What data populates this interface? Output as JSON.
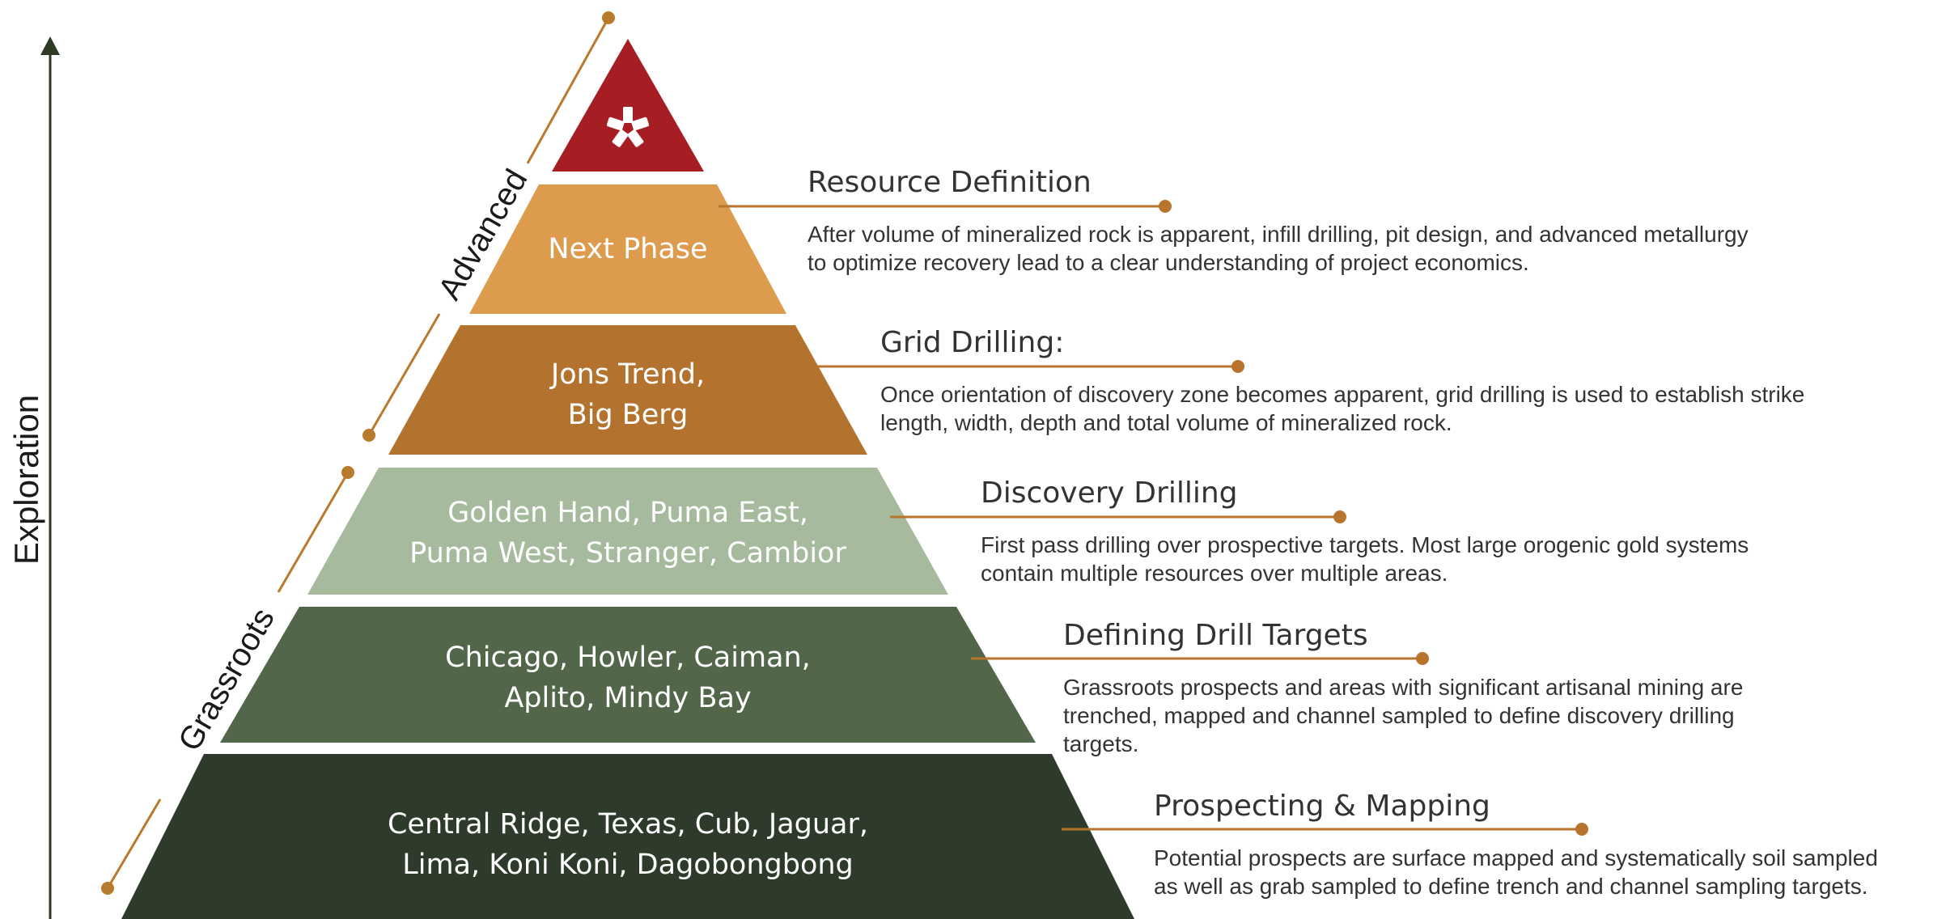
{
  "axis": {
    "label": "Exploration",
    "color": "#2f3a24"
  },
  "phases": {
    "advanced_label": "Advanced",
    "grassroots_label": "Grassroots",
    "line_color": "#b87a2c"
  },
  "pyramid": {
    "apex_icon": "company-logo-icon",
    "apex_color": "#a61e24",
    "tiers": [
      {
        "label": "Next Phase",
        "color": "#dd9b4e"
      },
      {
        "label": "Jons Trend,\nBig Berg",
        "color": "#b3732f"
      },
      {
        "label": "Golden Hand, Puma East,\nPuma West, Stranger, Cambior",
        "color": "#a6bb9d"
      },
      {
        "label": "Chicago, Howler, Caiman,\nAplito, Mindy Bay",
        "color": "#52664a"
      },
      {
        "label": "Central Ridge, Texas, Cub, Jaguar,\nLima, Koni Koni, Dagobongbong",
        "color": "#2e3a2a"
      }
    ]
  },
  "steps": [
    {
      "title": "Resource Definition",
      "description": "After volume of mineralized rock is apparent, infill drilling, pit design, and advanced metallurgy\nto optimize recovery lead to a clear understanding of project economics."
    },
    {
      "title": "Grid Drilling:",
      "description": "Once orientation of discovery zone becomes apparent, grid drilling is used to establish strike\nlength, width, depth and total volume of mineralized rock."
    },
    {
      "title": "Discovery Drilling",
      "description": "First pass drilling over prospective targets. Most large orogenic gold systems\ncontain multiple resources over multiple areas."
    },
    {
      "title": "Defining Drill Targets",
      "description": "Grassroots prospects and areas with significant artisanal mining are\ntrenched, mapped and channel sampled to define discovery drilling\ntargets."
    },
    {
      "title": "Prospecting & Mapping",
      "description": "Potential prospects are surface mapped and systematically soil sampled\nas well as grab sampled to define trench and channel sampling targets."
    }
  ],
  "connector_color": "#b8732c"
}
